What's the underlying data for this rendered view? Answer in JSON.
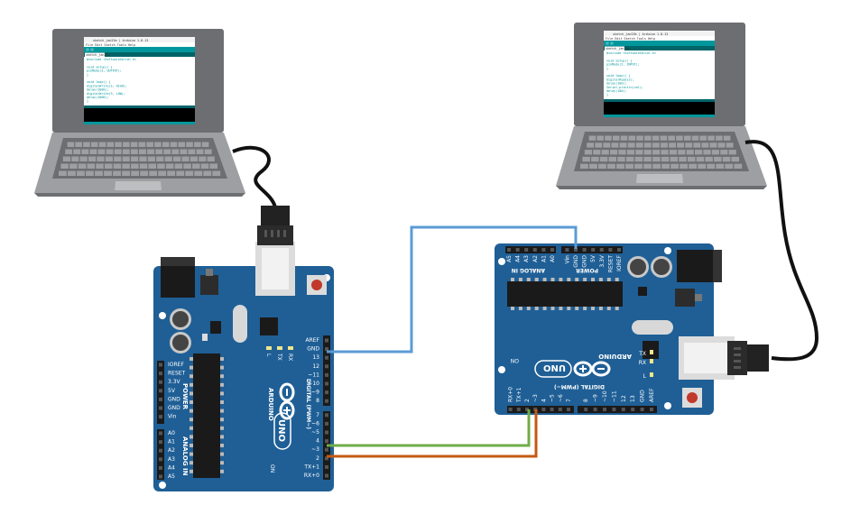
{
  "laptop_left": {
    "ide_title": "sketch_jan25a | Arduino 1.8.13",
    "menu": "File Edit Sketch Tools Help",
    "tab": "sketch_jan25a",
    "code_lines": [
      "#include <SoftwareSerial.h>",
      "",
      "void setup() {",
      "  pinMode(3, OUTPUT);",
      "}",
      "",
      "void loop() {",
      "  digitalWrite(3, HIGH);",
      "  delay(1000);",
      "  digitalWrite(3, LOW);",
      "  delay(1000);",
      "}"
    ]
  },
  "laptop_right": {
    "ide_title": "sketch_jan25b | Arduino 1.8.13",
    "menu": "File Edit Sketch Tools Help",
    "tab": "sketch_jan25b",
    "code_lines": [
      "#include <SoftwareSerial.h>",
      "",
      "void setup() {",
      "  pinMode(2, INPUT);",
      "}",
      "",
      "void loop() {",
      "  digitalRead(2);",
      "  delay(100);",
      "  Serial.println(val);",
      "  delay(100);",
      "}"
    ]
  },
  "board_left": {
    "brand": "ARDUINO",
    "model": "UNO",
    "power_header": "POWER",
    "analog_header": "ANALOG IN",
    "digital_header": "DIGITAL (PWM~)",
    "power_pins": [
      "IOREF",
      "RESET",
      "3.3V",
      "5V",
      "GND",
      "GND",
      "Vin"
    ],
    "analog_pins": [
      "A0",
      "A1",
      "A2",
      "A3",
      "A4",
      "A5"
    ],
    "digital_pins_top": [
      "AREF",
      "GND",
      "13",
      "12",
      "~11",
      "~10",
      "~9",
      "8"
    ],
    "digital_pins_bottom": [
      "7",
      "~6",
      "~5",
      "4",
      "~3",
      "2",
      "TX+1",
      "RX+0"
    ],
    "led_labels": [
      "L",
      "TX",
      "RX"
    ],
    "on_label": "ON"
  },
  "board_right": {
    "brand": "ARDUINO",
    "model": "UNO",
    "power_header": "POWER",
    "analog_header": "ANALOG IN",
    "digital_header": "DIGITAL (PWM~)",
    "power_pins": [
      "IOREF",
      "RESET",
      "3.3V",
      "5V",
      "GND",
      "GND",
      "Vin"
    ],
    "analog_pins": [
      "A0",
      "A1",
      "A2",
      "A3",
      "A4",
      "A5"
    ],
    "digital_pins_top": [
      "AREF",
      "GND",
      "13",
      "12",
      "~11",
      "~10",
      "~9",
      "8"
    ],
    "digital_pins_bottom": [
      "7",
      "~6",
      "~5",
      "4",
      "~3",
      "2",
      "TX+1",
      "RX+0"
    ],
    "led_labels": [
      "TX",
      "RX",
      "L"
    ],
    "on_label": "ON"
  },
  "wires": {
    "gnd_color": "#5b9bd5",
    "pin3_color": "#70ad47",
    "pin2_color": "#c55a11",
    "usb_color": "#111111"
  },
  "colors": {
    "board": "#1f5f96",
    "board_dark": "#174a78",
    "laptop_body": "#6d6e71",
    "laptop_screen_bezel": "#58595b",
    "laptop_base": "#9d9fa2",
    "ide_teal": "#00979c"
  }
}
